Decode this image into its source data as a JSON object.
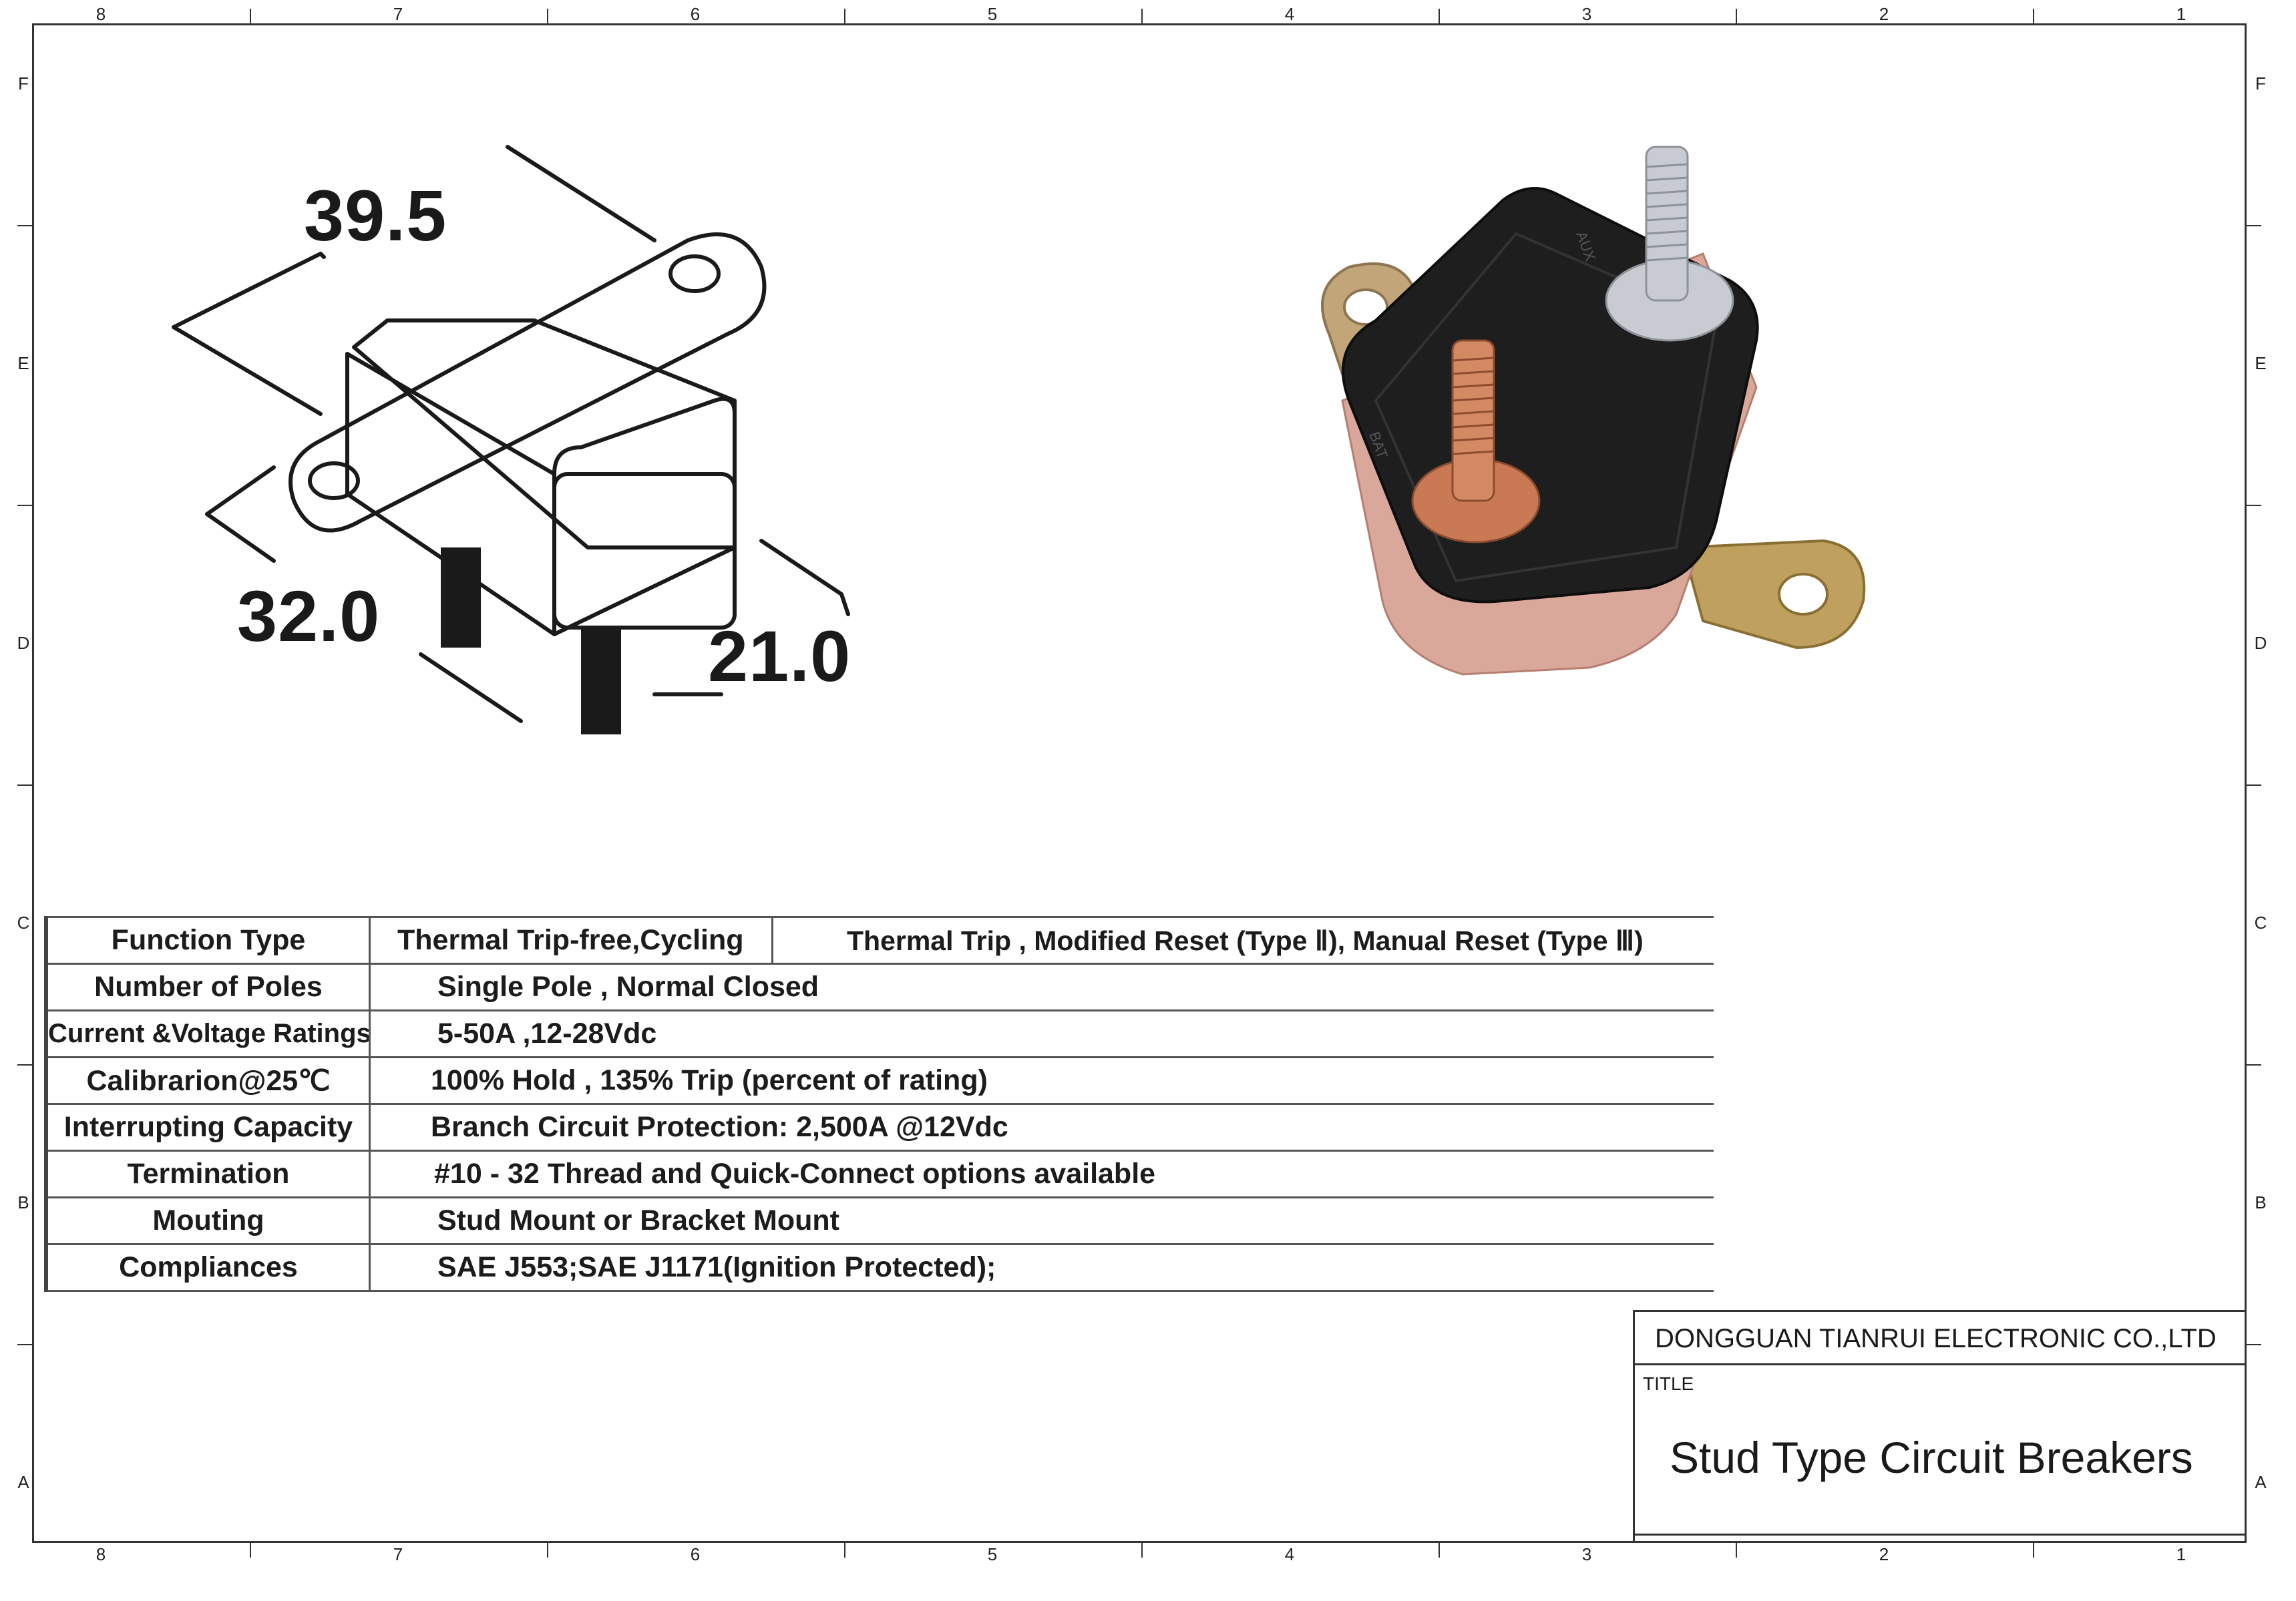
{
  "border": {
    "columns_top": [
      "8",
      "7",
      "6",
      "5",
      "4",
      "3",
      "2",
      "1"
    ],
    "columns_bottom": [
      "8",
      "7",
      "6",
      "5",
      "4",
      "3",
      "2",
      "1"
    ],
    "rows_left": [
      "F",
      "E",
      "D",
      "C",
      "B",
      "A"
    ],
    "rows_right": [
      "F",
      "E",
      "D",
      "C",
      "B",
      "A"
    ]
  },
  "drawing": {
    "dim_length": "39.5",
    "dim_width": "32.0",
    "dim_height": "21.0"
  },
  "photo": {
    "terminal_aux_label": "AUX",
    "terminal_bat_label": "BAT",
    "colors": {
      "housing": "#1e1e1e",
      "base": "#d9a89a",
      "copper_stud": "#c97a55",
      "silver_stud": "#c8ccd2",
      "bracket": "#b8a06a"
    }
  },
  "spec_table": {
    "rows": [
      {
        "label": "Function Type",
        "value": "Thermal Trip-free,Cycling",
        "extra": "Thermal Trip , Modified  Reset (Type Ⅱ), Manual  Reset (Type Ⅲ)"
      },
      {
        "label": "Number of Poles",
        "value": "Single Pole , Normal Closed"
      },
      {
        "label": "Current &Voltage Ratings",
        "value": "5-50A ,12-28Vdc"
      },
      {
        "label": "Calibrarion@25℃",
        "value": "100% Hold , 135% Trip (percent of rating)"
      },
      {
        "label": "Interrupting Capacity",
        "value": "Branch Circuit Protection: 2,500A @12Vdc"
      },
      {
        "label": "Termination",
        "value": "#10 - 32 Thread and Quick-Connect options available"
      },
      {
        "label": "Mouting",
        "value": "Stud Mount or Bracket Mount"
      },
      {
        "label": "Compliances",
        "value": "SAE J553;SAE J1171(Ignition Protected);"
      }
    ]
  },
  "title_block": {
    "company": "DONGGUAN TIANRUI ELECTRONIC CO.,LTD",
    "title_label": "TITLE",
    "title": "Stud Type Circuit Breakers"
  }
}
